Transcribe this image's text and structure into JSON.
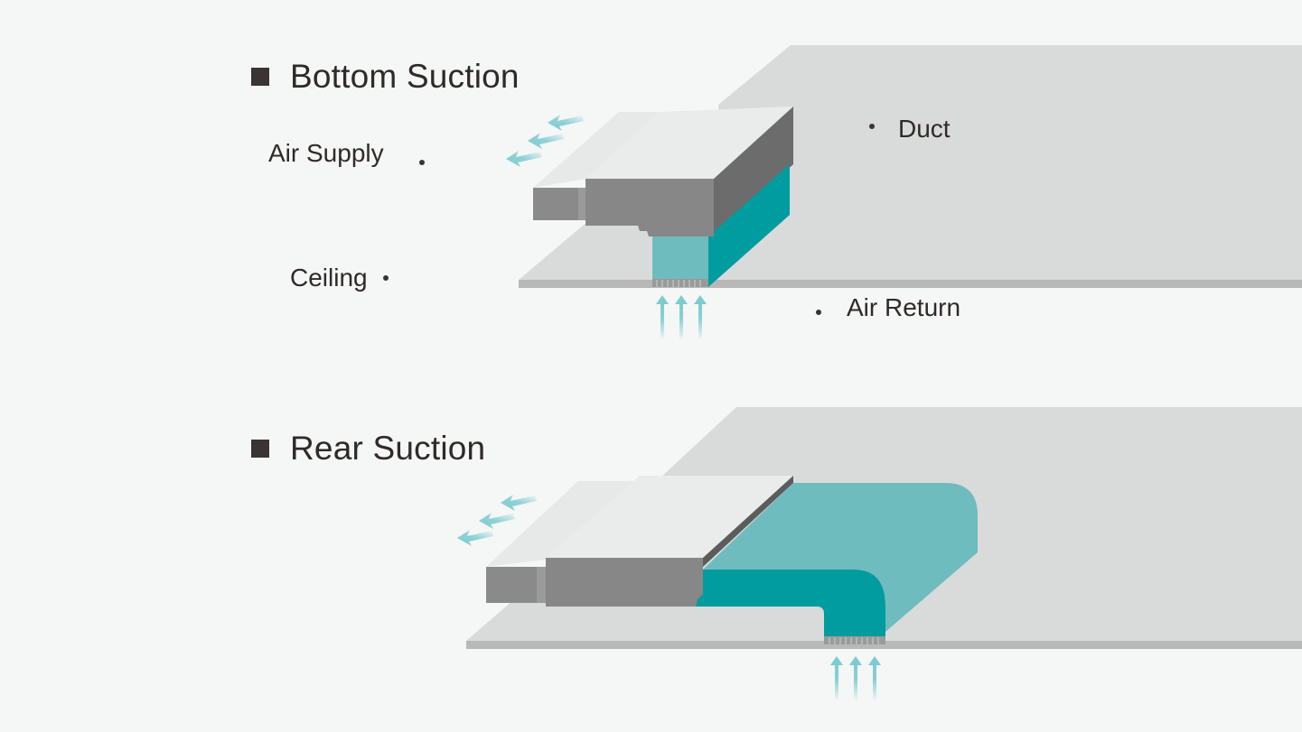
{
  "sections": [
    {
      "title": "Bottom Suction"
    },
    {
      "title": "Rear Suction"
    }
  ],
  "labels": {
    "air_supply": "Air Supply",
    "duct": "Duct",
    "ceiling": "Ceiling",
    "air_return": "Air Return"
  },
  "colors": {
    "background": "#f5f6f6",
    "ceiling_panel": "#d9dbda",
    "ceiling_edge": "#b7b8b7",
    "unit_top": "#eaebeb",
    "unit_front": "#878787",
    "unit_side": "#6c6c6c",
    "duct_dark": "#009c9f",
    "duct_light": "#6fbcbe",
    "arrow": "#7ccbd1"
  },
  "icons": [
    "square-bullet-icon",
    "arrow-up-icon",
    "arrow-diagonal-icon"
  ]
}
